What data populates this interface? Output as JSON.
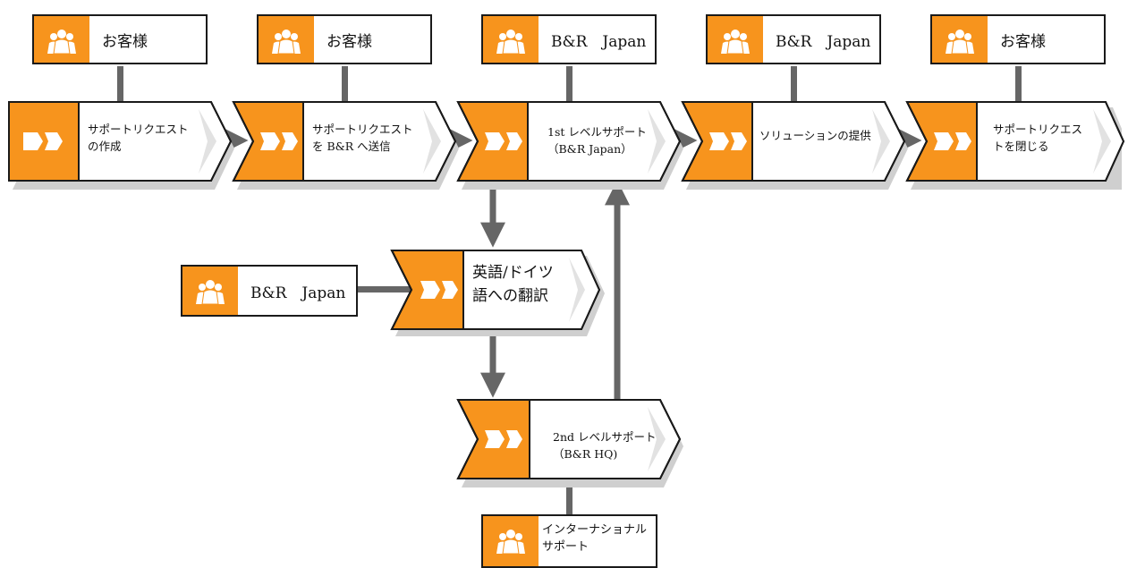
{
  "colors": {
    "accent": "#f7941d",
    "connector": "#666666",
    "border": "#1a1a1a"
  },
  "icon": "group-of-people-icon",
  "actors": {
    "a1": "お客様",
    "a2": "お客様",
    "a3": "B&R　Japan",
    "a4": "B&R　Japan",
    "a5": "お客様",
    "a6": "B&R　Japan",
    "a7": "インターナショナルサポート"
  },
  "steps": {
    "s1": [
      "サポートリクエスト",
      "の作成"
    ],
    "s2": [
      "サポートリクエスト",
      "を B&R へ送信"
    ],
    "s3": [
      "1st レベルサポート",
      "（B&R Japan）"
    ],
    "s4": [
      "ソリューションの提供"
    ],
    "s5": [
      "サポートリクエス",
      "トを閉じる"
    ],
    "s6": [
      "英語/ドイツ",
      "語への翻訳"
    ],
    "s7": [
      "2nd レベルサポート",
      "（B&R HQ)"
    ]
  }
}
